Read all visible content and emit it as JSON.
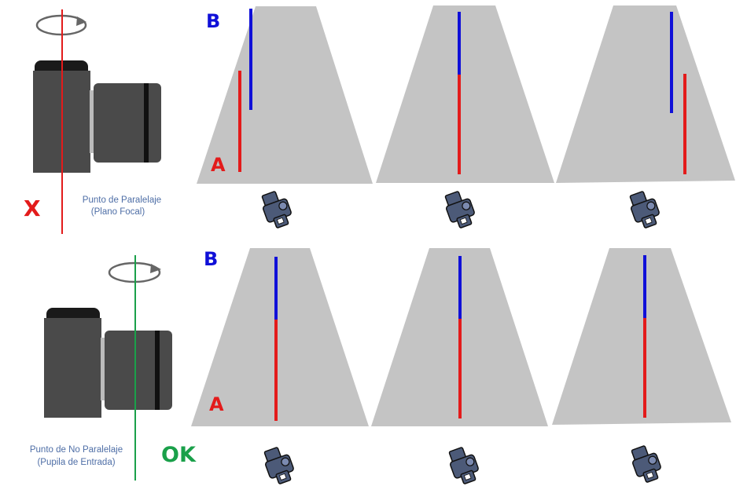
{
  "colors": {
    "background": "#ffffff",
    "trapezoid": "#c4c4c4",
    "line_a": "#e31b1b",
    "line_b": "#1010d8",
    "axis_wrong": "#e31b1b",
    "axis_right": "#1aa04a",
    "caption": "#4e6ea6",
    "label_x": "#e31b1b",
    "label_ok": "#1aa04a",
    "camera_body": "#4a4a4a",
    "camera_icon": "#4c5a78"
  },
  "top_row": {
    "marker_b": "B",
    "marker_a": "A",
    "verdict": "X",
    "caption_line1": "Punto de Paralelaje",
    "caption_line2": "(Plano Focal)"
  },
  "bottom_row": {
    "marker_b": "B",
    "marker_a": "A",
    "verdict": "OK",
    "caption_line1": "Punto de No Paralelaje",
    "caption_line2": "(Pupila de Entrada)"
  },
  "icons": {
    "rotation": "rotation-arrow-icon",
    "camera_side": "camera-side-icon",
    "camera_top": "camera-top-icon"
  }
}
